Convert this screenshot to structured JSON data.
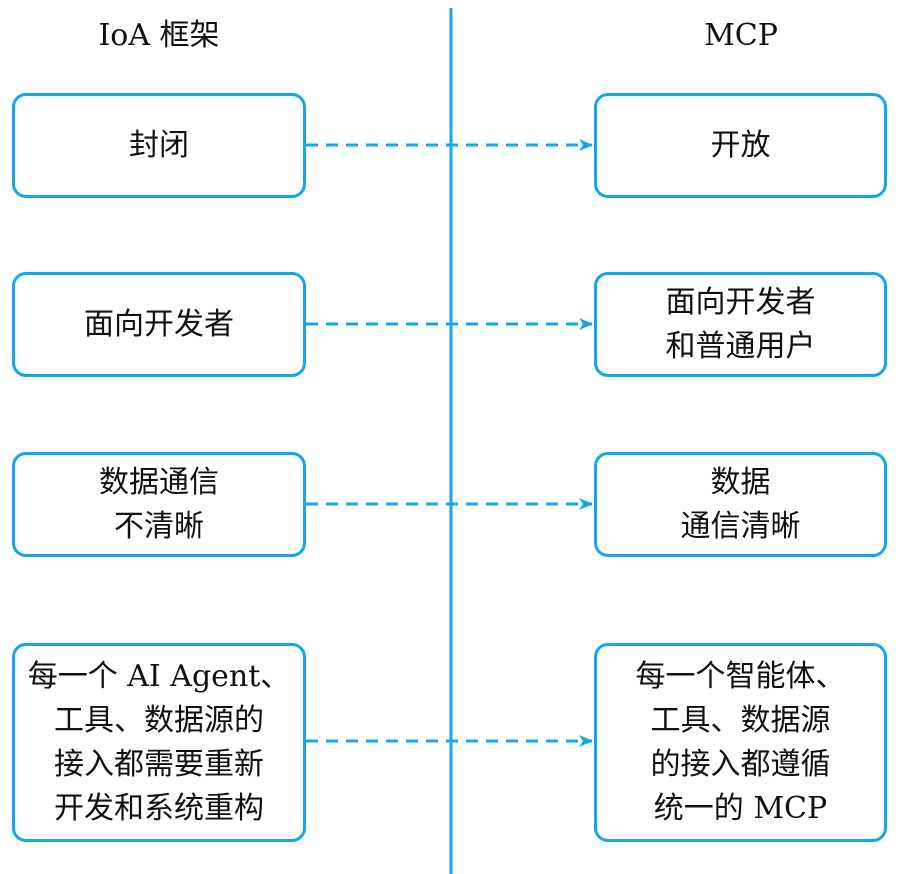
{
  "headers": {
    "left": "IoA 框架",
    "right": "MCP"
  },
  "accent_color": "#11a7e8",
  "rows": [
    {
      "left": [
        "封闭"
      ],
      "right": [
        "开放"
      ]
    },
    {
      "left": [
        "面向开发者"
      ],
      "right": [
        "面向开发者",
        "和普通用户"
      ]
    },
    {
      "left": [
        "数据通信",
        "不清晰"
      ],
      "right": [
        "数据",
        "通信清晰"
      ]
    },
    {
      "left": [
        "每一个 AI Agent、",
        "工具、数据源的",
        "接入都需要重新",
        "开发和系统重构"
      ],
      "right": [
        "每一个智能体、",
        "工具、数据源",
        "的接入都遵循",
        "统一的 MCP"
      ]
    }
  ]
}
